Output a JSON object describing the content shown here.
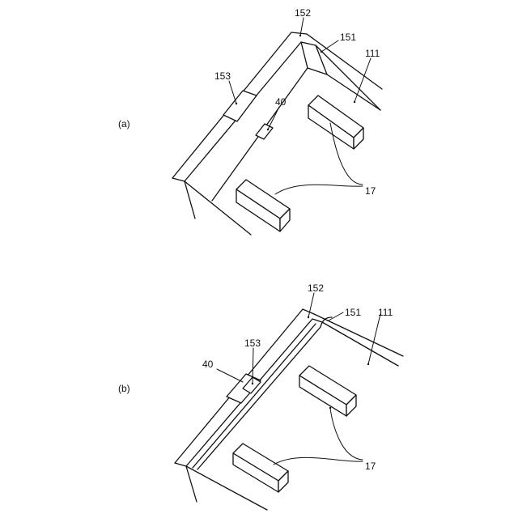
{
  "figure_a": {
    "panel_label": "(a)",
    "labels": {
      "l152": "152",
      "l151": "151",
      "l111": "111",
      "l153": "153",
      "l40": "40",
      "l17": "17"
    }
  },
  "figure_b": {
    "panel_label": "(b)",
    "labels": {
      "l152": "152",
      "l151": "151",
      "l111": "111",
      "l153": "153",
      "l40": "40",
      "l17": "17"
    }
  }
}
